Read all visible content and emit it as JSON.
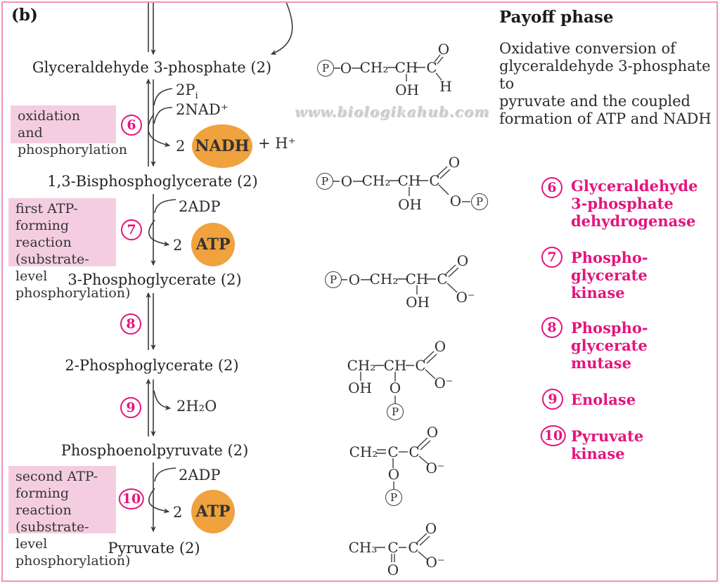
{
  "figure_label": "(b)",
  "watermark": "www.biologikahub.com",
  "panel": {
    "title": "Payoff phase",
    "description_lines": [
      "Oxidative conversion of",
      "glyceraldehyde 3-phosphate to",
      "pyruvate and the coupled",
      "formation of ATP and NADH"
    ]
  },
  "metabolites": [
    "Glyceraldehyde 3-phosphate (2)",
    "1,3-Bisphosphoglycerate (2)",
    "3-Phosphoglycerate (2)",
    "2-Phosphoglycerate (2)",
    "Phosphoenolpyruvate (2)",
    "Pyruvate (2)"
  ],
  "steps": {
    "s6": {
      "number": "6",
      "box_lines": [
        "oxidation and",
        "phosphorylation"
      ],
      "substrate1_base": "2P",
      "substrate1_sub": "i",
      "substrate2": "2NAD⁺",
      "product_coeff": "2",
      "product": "NADH",
      "product_extra": "+ H⁺"
    },
    "s7": {
      "number": "7",
      "box_lines": [
        "first ATP-",
        "forming reaction",
        "(substrate-level",
        "phosphorylation)"
      ],
      "substrate1": "2ADP",
      "product_coeff": "2",
      "product": "ATP"
    },
    "s8": {
      "number": "8"
    },
    "s9": {
      "number": "9",
      "product1": "2H₂O"
    },
    "s10": {
      "number": "10",
      "box_lines": [
        "second ATP-",
        "forming reaction",
        "(substrate-level",
        "phosphorylation)"
      ],
      "substrate1": "2ADP",
      "product_coeff": "2",
      "product": "ATP"
    }
  },
  "legend": [
    {
      "number": "6",
      "lines": [
        "Glyceraldehyde",
        "3-phosphate",
        "dehydrogenase"
      ]
    },
    {
      "number": "7",
      "lines": [
        "Phospho-",
        "glycerate",
        "kinase"
      ]
    },
    {
      "number": "8",
      "lines": [
        "Phospho-",
        "glycerate",
        "mutase"
      ]
    },
    {
      "number": "9",
      "lines": [
        "Enolase"
      ]
    },
    {
      "number": "10",
      "lines": [
        "Pyruvate",
        "kinase"
      ]
    }
  ],
  "structures": {
    "g3p": [
      "P",
      "O",
      "CH₂",
      "CH",
      "C",
      "O",
      "H",
      "OH"
    ],
    "bpg": [
      "P",
      "O",
      "CH₂",
      "CH",
      "C",
      "O",
      "O",
      "P",
      "OH"
    ],
    "pg3": [
      "P",
      "O",
      "CH₂",
      "CH",
      "C",
      "O",
      "O⁻",
      "OH"
    ],
    "pg2": [
      "CH₂",
      "CH",
      "C",
      "O",
      "O⁻",
      "OH",
      "O",
      "P"
    ],
    "pep": [
      "CH₂",
      "C",
      "C",
      "O",
      "O⁻",
      "O",
      "P"
    ],
    "pyr": [
      "CH₃",
      "C",
      "C",
      "O",
      "O⁻",
      "O"
    ]
  },
  "colors": {
    "magenta": "#e4147e",
    "pink_box": "#f4cee0",
    "orange": "#efa23e",
    "ink": "#3a3a3a",
    "frame_pink": "#f193bb"
  }
}
